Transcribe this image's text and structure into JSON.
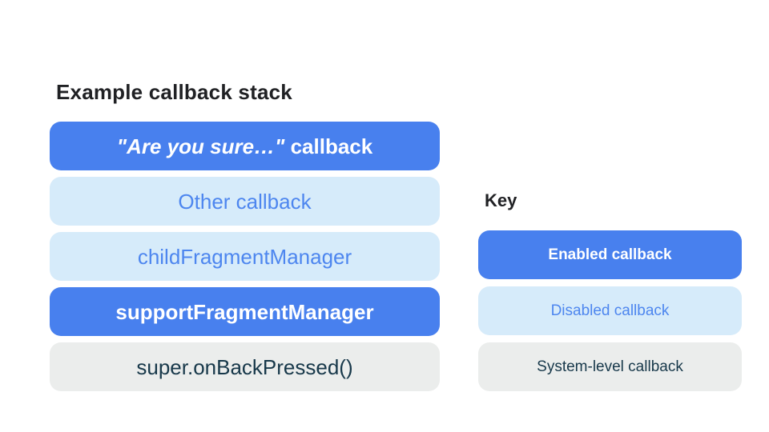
{
  "diagram": {
    "title": "Example callback stack",
    "stack": [
      {
        "quoted": "\"Are you sure…\"",
        "rest": " callback",
        "type": "enabled"
      },
      {
        "label": "Other callback",
        "type": "disabled"
      },
      {
        "label": "childFragmentManager",
        "type": "disabled"
      },
      {
        "label": "supportFragmentManager",
        "type": "enabled"
      },
      {
        "label": "super.onBackPressed()",
        "type": "system"
      }
    ]
  },
  "key": {
    "title": "Key",
    "items": [
      {
        "label": "Enabled callback",
        "type": "enabled"
      },
      {
        "label": "Disabled callback",
        "type": "disabled"
      },
      {
        "label": "System-level callback",
        "type": "system"
      }
    ]
  },
  "colors": {
    "page_bg": "#ffffff",
    "enabled_bg": "#4880ee",
    "enabled_text": "#ffffff",
    "disabled_bg": "#d6ebfa",
    "disabled_text": "#4d86ef",
    "system_bg": "#ebedec",
    "system_text": "#17384a",
    "heading_text": "#202124"
  }
}
